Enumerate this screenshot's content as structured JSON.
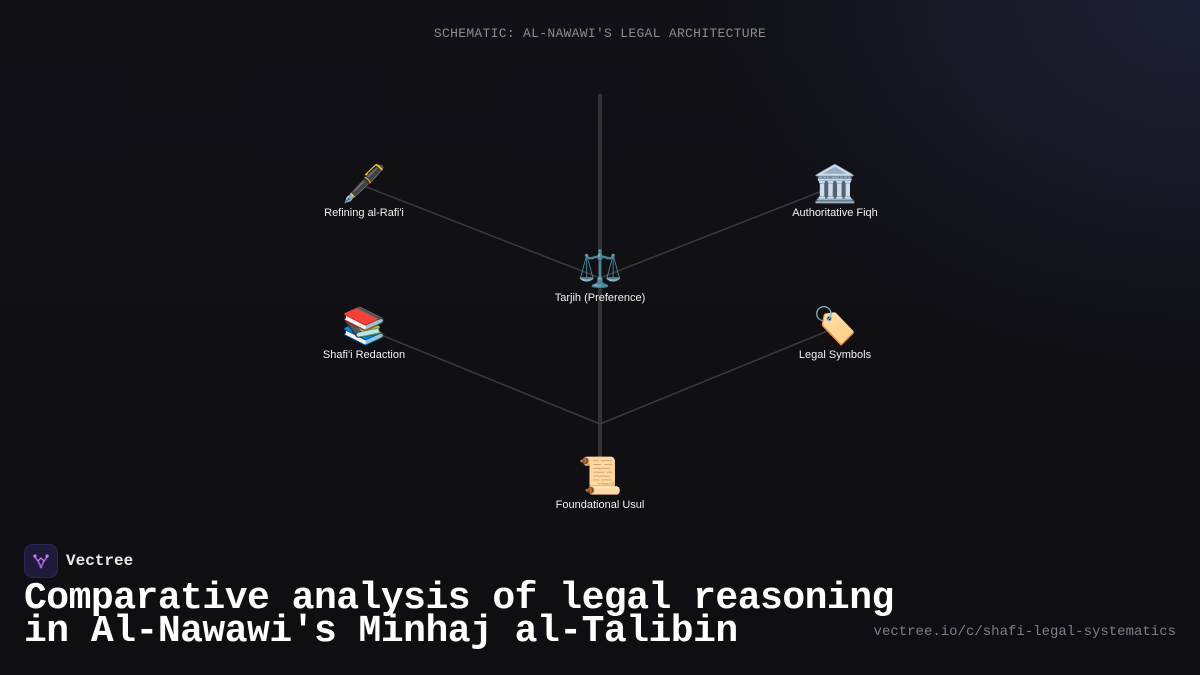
{
  "header": {
    "title": "SCHEMATIC: AL-NAWAWI'S LEGAL ARCHITECTURE"
  },
  "diagram": {
    "nodes": [
      {
        "id": "refining",
        "icon": "🖋️",
        "icon_name": "fountain-pen-icon",
        "label": "Refining al-Rafi'i"
      },
      {
        "id": "authoritative",
        "icon": "🏛️",
        "icon_name": "classical-building-icon",
        "label": "Authoritative Fiqh"
      },
      {
        "id": "tarjih",
        "icon": "⚖️",
        "icon_name": "balance-scale-icon",
        "label": "Tarjih (Preference)"
      },
      {
        "id": "shafii",
        "icon": "📚",
        "icon_name": "books-icon",
        "label": "Shafi'i Redaction"
      },
      {
        "id": "symbols",
        "icon": "🏷️",
        "icon_name": "label-tag-icon",
        "label": "Legal Symbols"
      },
      {
        "id": "usul",
        "icon": "📜",
        "icon_name": "scroll-icon",
        "label": "Foundational Usul"
      }
    ],
    "edges": [
      {
        "from": "trunk-top",
        "to": "usul",
        "kind": "trunk"
      },
      {
        "from": "tarjih",
        "to": "refining"
      },
      {
        "from": "tarjih",
        "to": "authoritative"
      },
      {
        "from": "usul",
        "to": "shafii"
      },
      {
        "from": "usul",
        "to": "symbols"
      }
    ]
  },
  "brand": {
    "name": "Vectree",
    "logo_color": "#a45bd8"
  },
  "footer": {
    "headline": "Comparative analysis of legal reasoning in Al-Nawawi's Minhaj al-Talibin",
    "url": "vectree.io/c/shafi-legal-systematics"
  },
  "colors": {
    "background": "#111116",
    "edge": "#3a3a3e",
    "trunk": "#333335",
    "text": "#f2f2f4"
  }
}
